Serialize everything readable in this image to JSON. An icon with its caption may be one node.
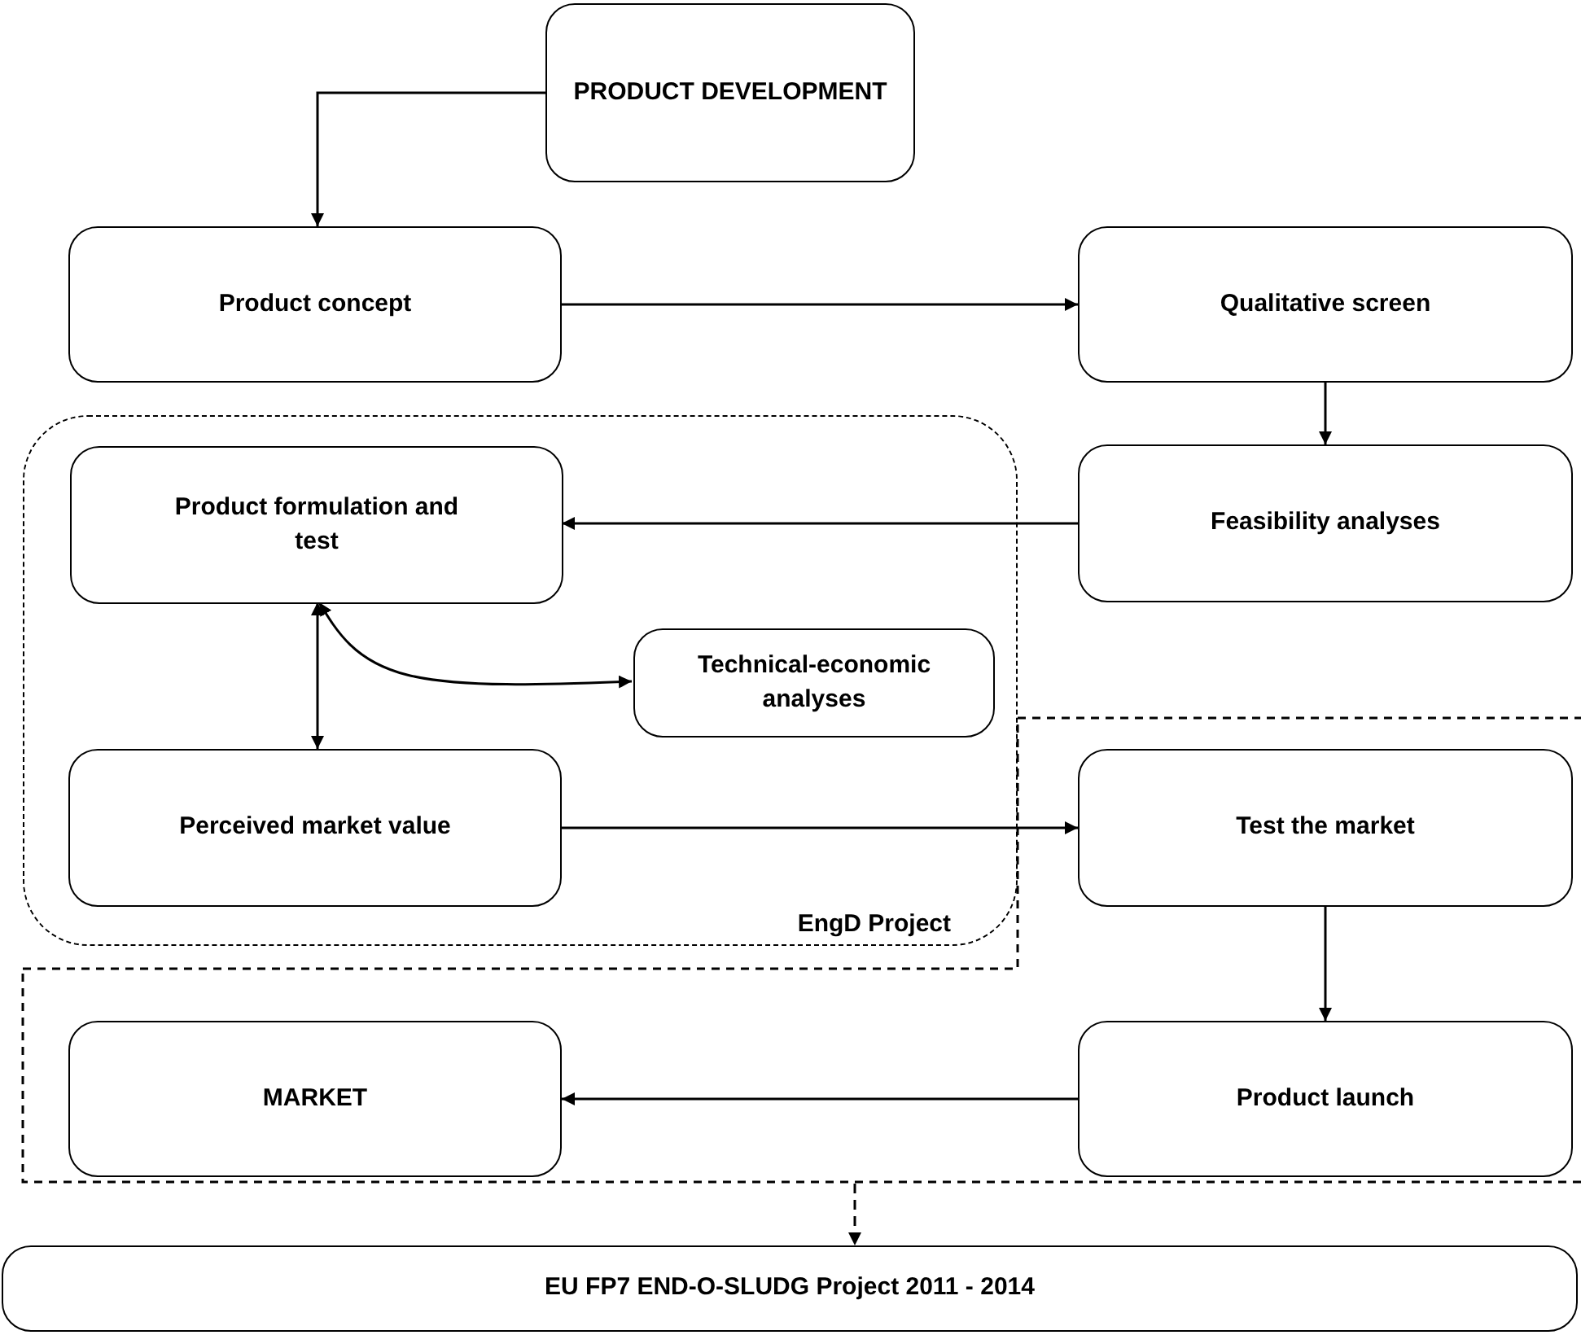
{
  "diagram": {
    "nodes": [
      {
        "text": [
          "PRODUCT DEVELOPMENT"
        ]
      },
      {
        "text": [
          "Product concept"
        ]
      },
      {
        "text": [
          "Qualitative screen"
        ]
      },
      {
        "text": [
          "EngD Project"
        ]
      },
      {
        "text": [
          "Product formulation and test"
        ],
        "in": 3
      },
      {
        "text": [
          "Feasibility analyses"
        ]
      },
      {
        "text": [
          "Technical-economic analyses"
        ],
        "in": 3
      },
      {
        "text": [],
        "shape": "box"
      },
      {
        "text": [
          "Perceived market value"
        ]
      },
      {
        "text": [
          "Test the market"
        ],
        "in": 7
      },
      {
        "text": [
          "MARKET"
        ],
        "in": 7
      },
      {
        "text": [
          "Product launch"
        ],
        "in": 7
      },
      {
        "text": [
          "EU FP7 END-O-SLUDG Project 2011 - 2014"
        ]
      }
    ],
    "edges": [
      {
        "from": 0,
        "to": 1,
        "arrow": "to"
      },
      {
        "from": 1,
        "to": 2,
        "arrow": "to"
      },
      {
        "from": 2,
        "to": 5,
        "arrow": "to"
      },
      {
        "from": 5,
        "to": 4,
        "arrow": "to"
      },
      {
        "from": 4,
        "to": 6,
        "arrow": "both"
      },
      {
        "from": 4,
        "to": 8,
        "arrow": "both"
      },
      {
        "from": 8,
        "to": 9,
        "arrow": "to"
      },
      {
        "from": 9,
        "to": 11,
        "arrow": "to"
      },
      {
        "from": 11,
        "to": 10,
        "arrow": "to"
      },
      {
        "from": 7,
        "to": 12,
        "arrow": "to",
        "style": "dashed"
      }
    ]
  }
}
